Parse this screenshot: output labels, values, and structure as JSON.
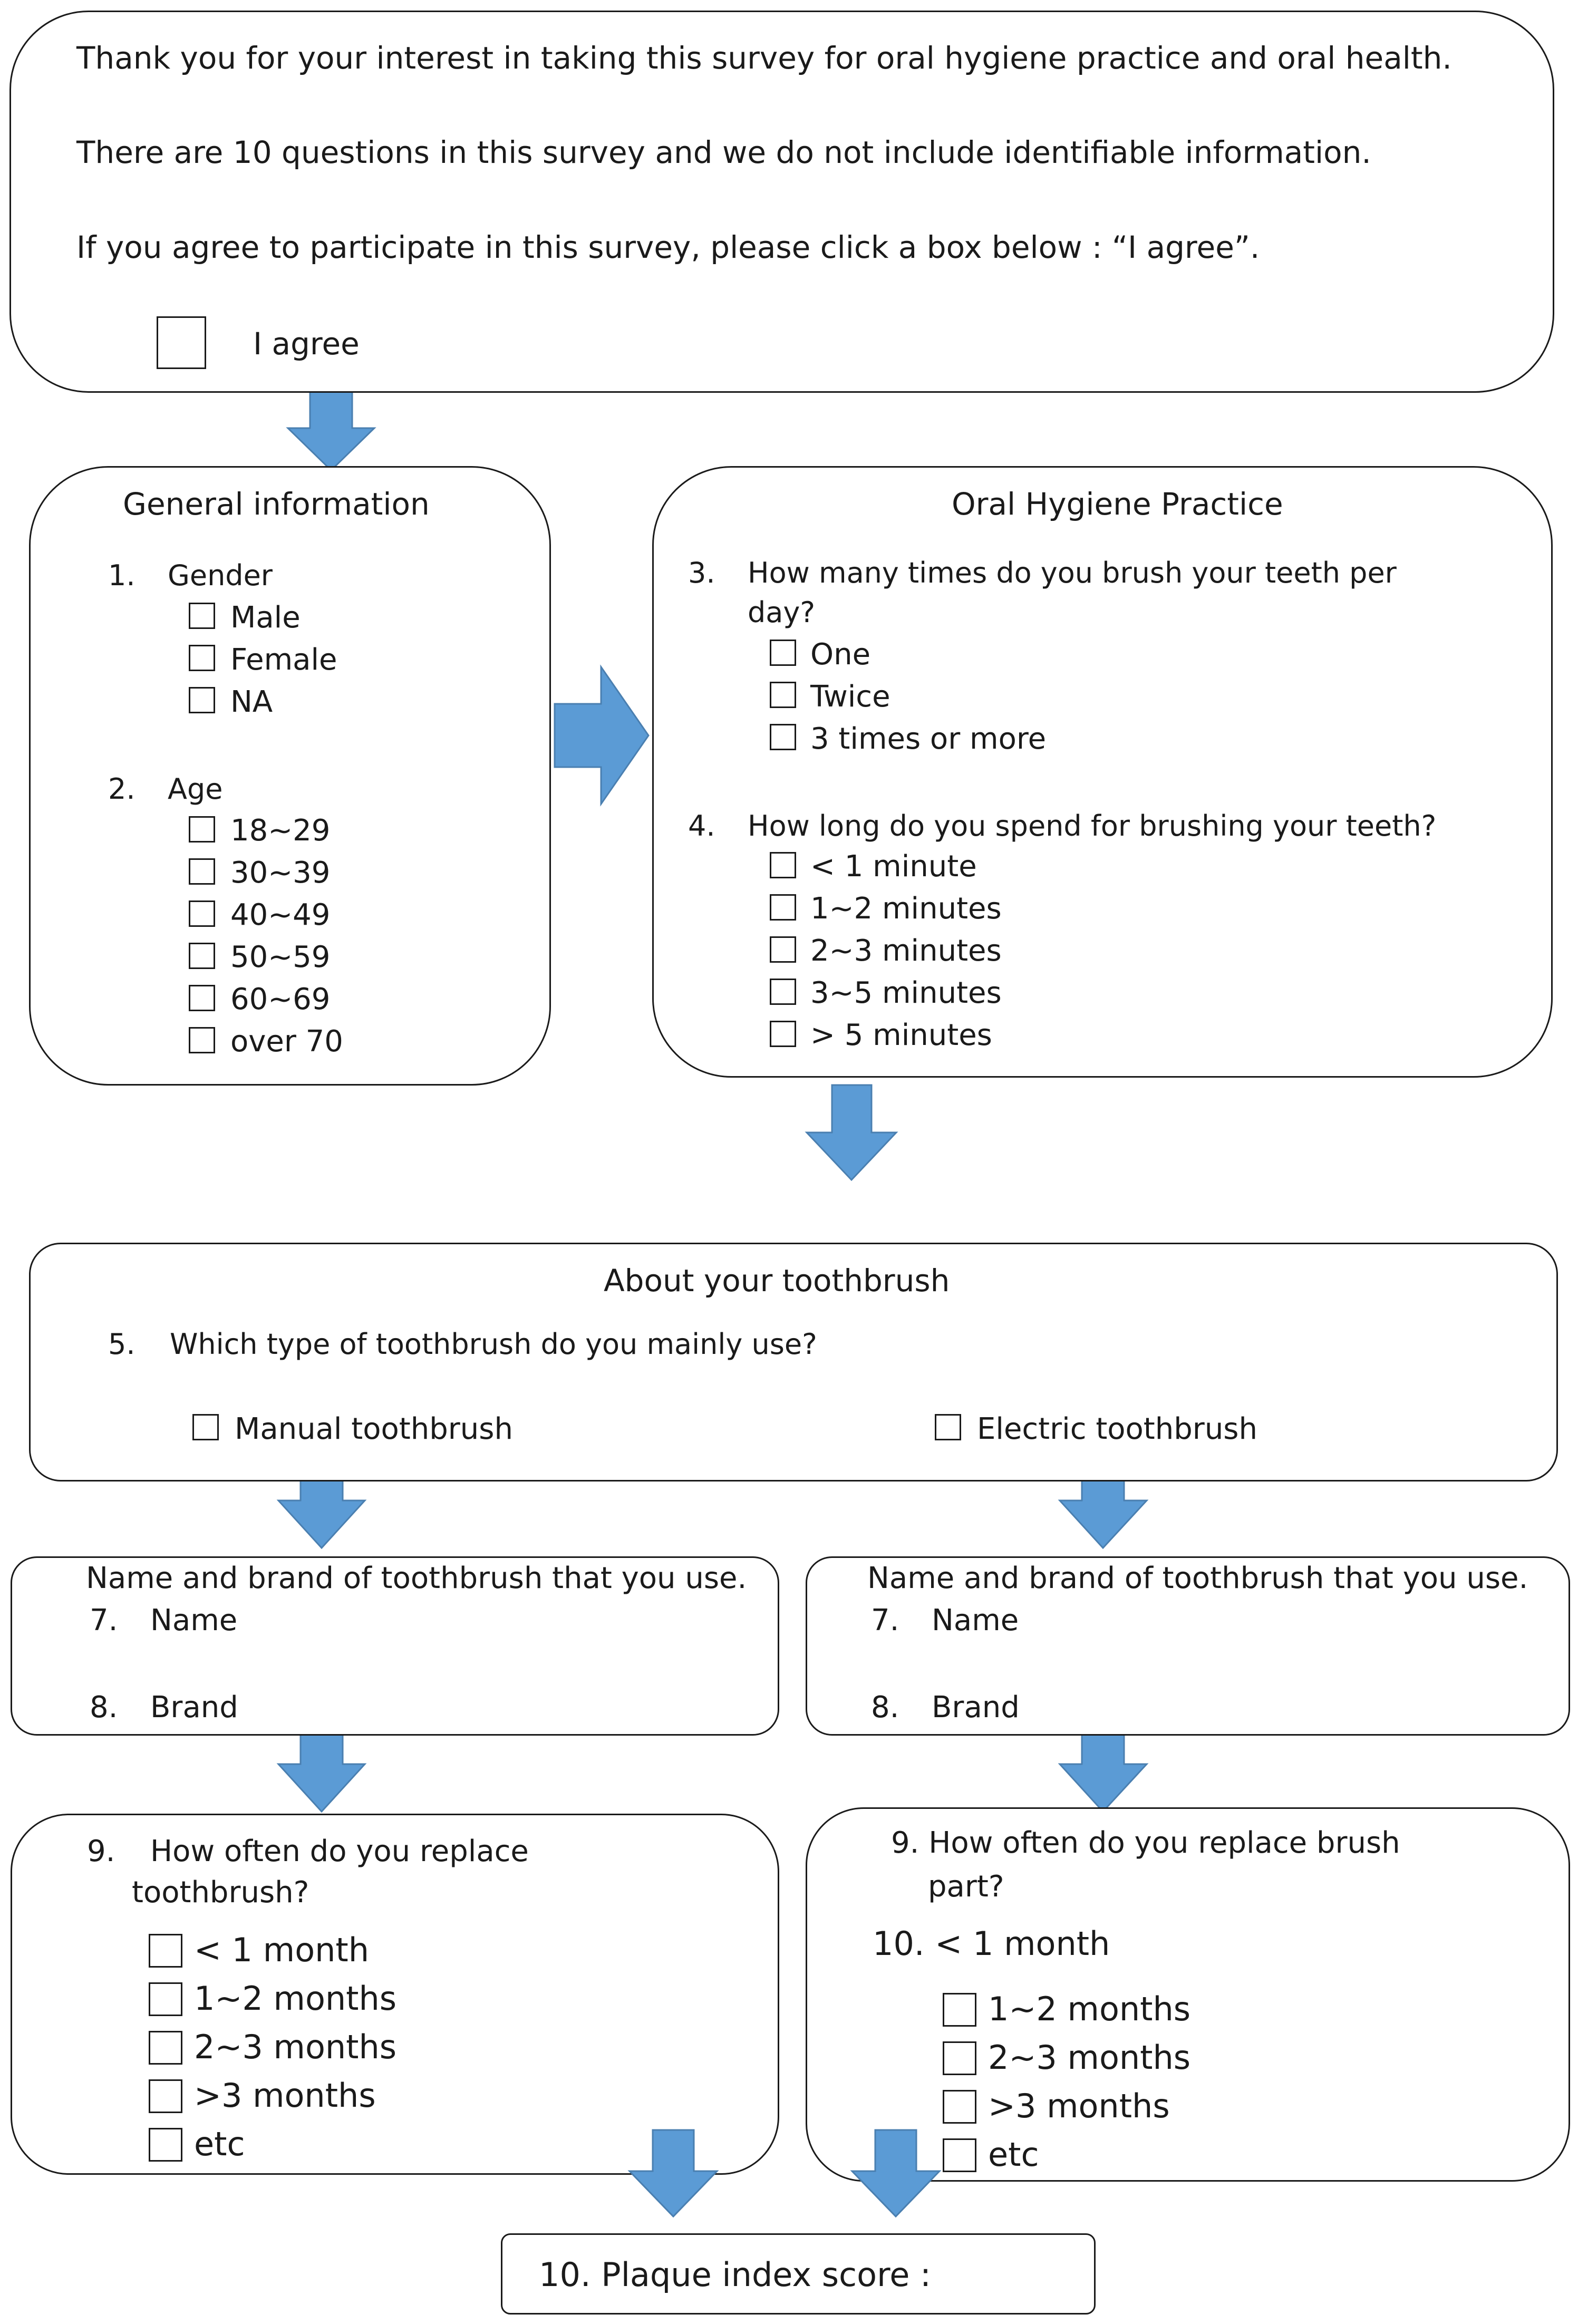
{
  "consent": {
    "line1": "Thank you for your interest in taking this survey for oral hygiene practice and oral health.",
    "line2": "There are 10 questions in this survey and we do not include identifiable information.",
    "line3": "If you agree to participate in this survey, please click a box below : “I agree”.",
    "agree_label": "I agree"
  },
  "general": {
    "title": "General information",
    "q1": {
      "num": "1.",
      "label": "Gender",
      "options": [
        "Male",
        "Female",
        "NA"
      ]
    },
    "q2": {
      "num": "2.",
      "label": "Age",
      "options": [
        "18~29",
        "30~39",
        "40~49",
        "50~59",
        "60~69",
        "over 70"
      ]
    }
  },
  "oral_hygiene": {
    "title": "Oral Hygiene Practice",
    "q3": {
      "num": "3.",
      "label_line1": "How many times do you brush your teeth per",
      "label_line2": "day?",
      "options": [
        "One",
        "Twice",
        "3 times or more"
      ]
    },
    "q4": {
      "num": "4.",
      "label": "How long do you spend for brushing your teeth?",
      "options": [
        "< 1 minute",
        "1~2 minutes",
        "2~3 minutes",
        "3~5 minutes",
        "> 5 minutes"
      ]
    }
  },
  "toothbrush": {
    "title": "About your toothbrush",
    "q5": {
      "num": "5.",
      "label": "Which type of toothbrush do you mainly use?"
    },
    "manual_label": "Manual toothbrush",
    "electric_label": "Electric toothbrush"
  },
  "manual_info": {
    "title": "Name and brand of toothbrush that you use.",
    "q7_num": "7.",
    "q7_label": "Name",
    "q8_num": "8.",
    "q8_label": "Brand"
  },
  "electric_info": {
    "title": "Name and brand of toothbrush that you use.",
    "q7_num": "7.",
    "q7_label": "Name",
    "q8_num": "8.",
    "q8_label": "Brand"
  },
  "manual_replace": {
    "num": "9.",
    "label_line1": "How often do you replace",
    "label_line2": "toothbrush?",
    "options": [
      "< 1 month",
      "1~2 months",
      "2~3 months",
      ">3 months",
      "etc"
    ]
  },
  "electric_replace": {
    "label_line1": "9. How often do you replace brush",
    "label_line2": "part?",
    "first_option": "10. < 1 month",
    "options": [
      "1~2 months",
      "2~3 months",
      ">3 months",
      "etc"
    ]
  },
  "plaque": {
    "label": "10. Plaque index score :"
  },
  "colors": {
    "arrow_fill": "#5b9bd5",
    "arrow_stroke": "#4a7fb0",
    "border": "#1a1a1a"
  }
}
